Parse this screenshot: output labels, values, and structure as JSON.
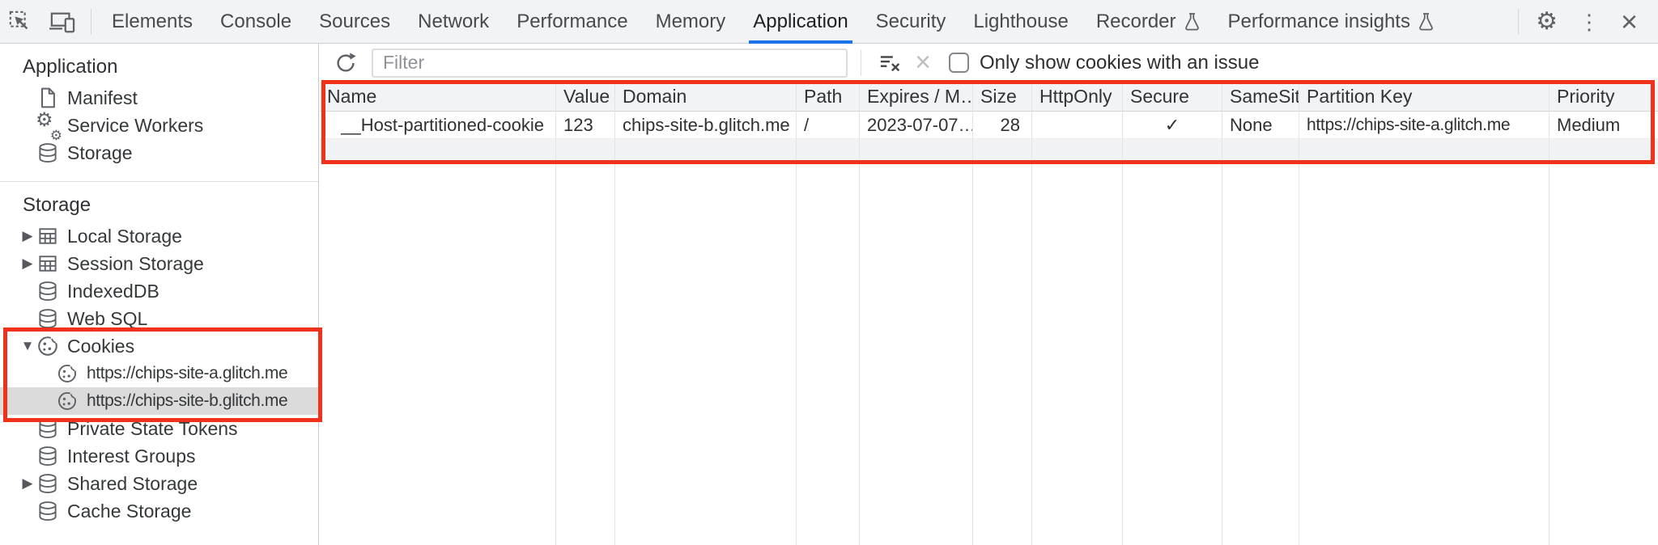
{
  "chrome_tabs": {
    "items": [
      {
        "label": "Elements"
      },
      {
        "label": "Console"
      },
      {
        "label": "Sources"
      },
      {
        "label": "Network"
      },
      {
        "label": "Performance"
      },
      {
        "label": "Memory"
      },
      {
        "label": "Application",
        "selected": true
      },
      {
        "label": "Security"
      },
      {
        "label": "Lighthouse"
      },
      {
        "label": "Recorder",
        "experimental_flask": true
      },
      {
        "label": "Performance insights",
        "experimental_flask": true
      }
    ]
  },
  "icons": {
    "collapsed_arrow": "▶",
    "expanded_arrow": "▼",
    "gear": "⚙",
    "more_dots": "⋮",
    "close": "×",
    "clear_x_disabled": "×",
    "service_worker_gear": "⚙"
  },
  "sidebar": {
    "application_section": {
      "title": "Application",
      "items": [
        {
          "label": "Manifest",
          "icon": "document-icon"
        },
        {
          "label": "Service Workers",
          "icon": "gears-icon"
        },
        {
          "label": "Storage",
          "icon": "database-icon"
        }
      ]
    },
    "storage_section": {
      "title": "Storage",
      "items": [
        {
          "label": "Local Storage",
          "icon": "table-icon",
          "state": "collapsed"
        },
        {
          "label": "Session Storage",
          "icon": "table-icon",
          "state": "collapsed"
        },
        {
          "label": "IndexedDB",
          "icon": "database-icon"
        },
        {
          "label": "Web SQL",
          "icon": "database-icon"
        },
        {
          "label": "Cookies",
          "icon": "cookie-icon",
          "state": "expanded"
        },
        {
          "label": "https://chips-site-a.glitch.me",
          "icon": "cookie-icon",
          "child": true
        },
        {
          "label": "https://chips-site-b.glitch.me",
          "icon": "cookie-icon",
          "child": true,
          "selected": true
        },
        {
          "label": "Private State Tokens",
          "icon": "database-icon"
        },
        {
          "label": "Interest Groups",
          "icon": "database-icon"
        },
        {
          "label": "Shared Storage",
          "icon": "database-icon",
          "state": "collapsed"
        },
        {
          "label": "Cache Storage",
          "icon": "database-icon"
        }
      ]
    }
  },
  "toolbar": {
    "filter_placeholder": "Filter",
    "filter_value": "",
    "issue_checkbox_label": "Only show cookies with an issue",
    "issue_checkbox_checked": false
  },
  "cookie_table": {
    "columns": [
      "Name",
      "Value",
      "Domain",
      "Path",
      "Expires / M…",
      "Size",
      "HttpOnly",
      "Secure",
      "SameSite",
      "Partition Key",
      "Priority"
    ],
    "rows": [
      {
        "name": "__Host-partitioned-cookie",
        "value": "123",
        "domain": "chips-site-b.glitch.me",
        "path": "/",
        "expires": "2023-07-07…",
        "size": "28",
        "http_only": "",
        "secure": "✓",
        "same_site": "None",
        "partition_key": "https://chips-site-a.glitch.me",
        "priority": "Medium"
      }
    ]
  },
  "colors": {
    "accent_blue": "#1a73e8",
    "annotation_red": "#f0321c",
    "toolbar_bg": "#f1f3f4",
    "selection_grey": "#dbdbdc",
    "icon_grey": "#5f6368"
  }
}
